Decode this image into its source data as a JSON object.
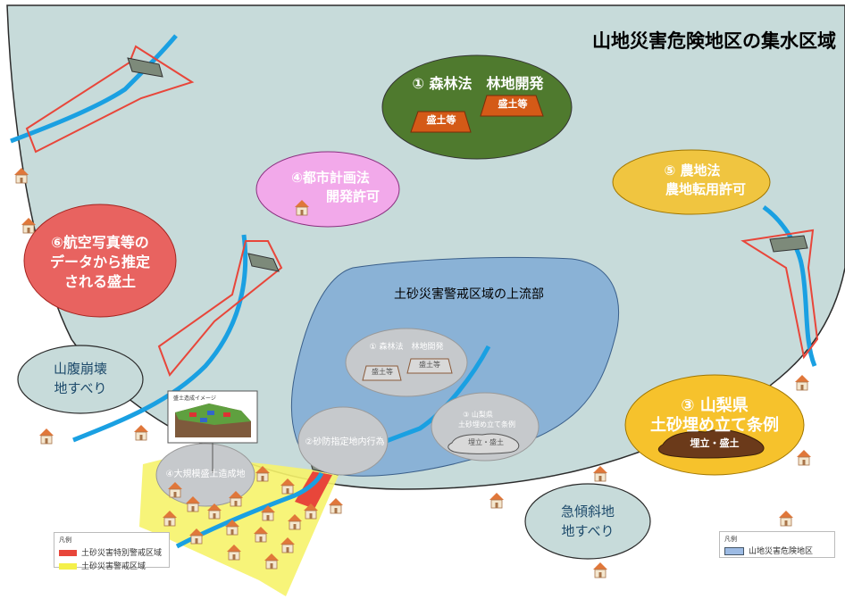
{
  "title": "山地災害危険地区の集水区域",
  "labels": {
    "forest_law": "① 森林法　林地開発",
    "mori1": "盛土等",
    "mori2": "盛土等",
    "city_plan_1": "④都市計画法",
    "city_plan_2": "開発許可",
    "farm_1": "⑤ 農地法",
    "farm_2": "農地転用許可",
    "aerial_1": "⑥航空写真等の",
    "aerial_2": "データから推定",
    "aerial_3": "される盛土",
    "landslide_1": "山腹崩壊",
    "landslide_2": "地すべり",
    "steep_1": "急傾斜地",
    "steep_2": "地すべり",
    "upstream": "土砂災害警戒区域の上流部",
    "inner_forest": "① 森林法　林地開発",
    "inner_mori1": "盛土等",
    "inner_mori2": "盛土等",
    "inner_yama_1": "③ 山梨県",
    "inner_yama_2": "土砂埋め立て条例",
    "inner_yama_mound": "埋立・盛土",
    "sabo": "②砂防指定地内行為",
    "large_fill": "④大規模盛土造成地",
    "yama_1": "③ 山梨県",
    "yama_2": "土砂埋め立て条例",
    "yama_mound": "埋立・盛土",
    "inset_title": "盛土造成イメージ"
  },
  "legend_left": {
    "head": "凡例",
    "items": [
      {
        "label": "土砂災害特別警戒区域",
        "color": "#e8463a"
      },
      {
        "label": "土砂災害警戒区域",
        "color": "#f4f04a"
      }
    ]
  },
  "legend_right": {
    "head": "凡例",
    "items": [
      {
        "label": "山地災害危険地区",
        "color": "#9dbbe4"
      }
    ]
  },
  "colors": {
    "catchment": "#c7dbda",
    "upstream": "#8ab2d6",
    "forest": "#4f7a2e",
    "city": "#f2a9ea",
    "farm": "#f0c540",
    "aerial": "#e86360",
    "yama": "#f6c22c",
    "gray": "#c6c9cc",
    "river": "#1aa0e2",
    "yellow_zone": "#f6f36a",
    "red_zone": "#e8463a"
  }
}
